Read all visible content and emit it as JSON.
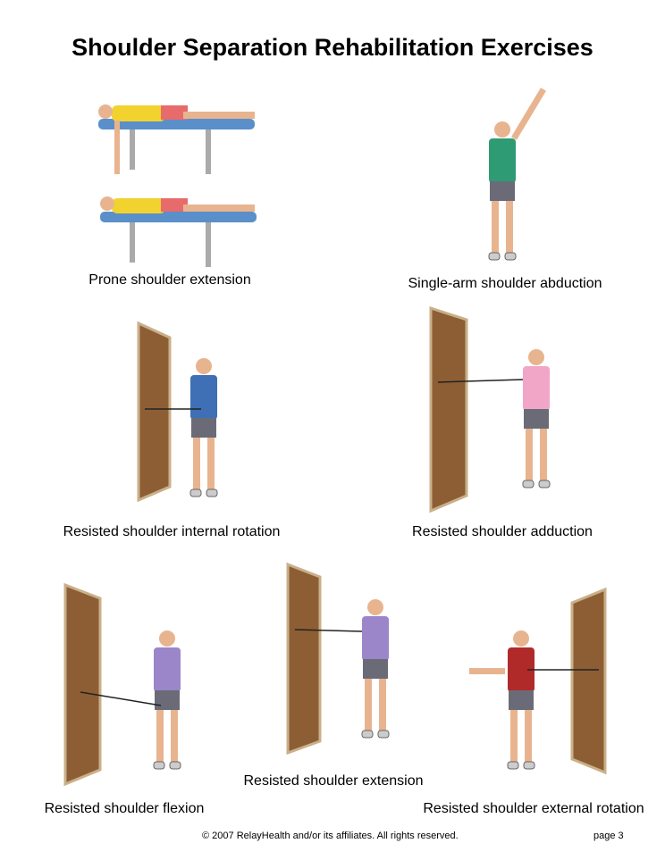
{
  "title": "Shoulder Separation Rehabilitation Exercises",
  "exercises": [
    {
      "label": "Prone shoulder extension",
      "shirt": "#f2d22e"
    },
    {
      "label": "Single-arm shoulder abduction",
      "shirt": "#2e9b74"
    },
    {
      "label": "Resisted shoulder internal rotation",
      "shirt": "#3f6fb5"
    },
    {
      "label": "Resisted shoulder adduction",
      "shirt": "#f1a6c8"
    },
    {
      "label": "Resisted shoulder flexion",
      "shirt": "#9a86c9"
    },
    {
      "label": "Resisted shoulder extension",
      "shirt": "#9a86c9"
    },
    {
      "label": "Resisted shoulder external rotation",
      "shirt": "#b02a2a"
    }
  ],
  "footer": {
    "copyright": "© 2007 RelayHealth and/or its affiliates.  All rights reserved.",
    "page": "page 3"
  }
}
